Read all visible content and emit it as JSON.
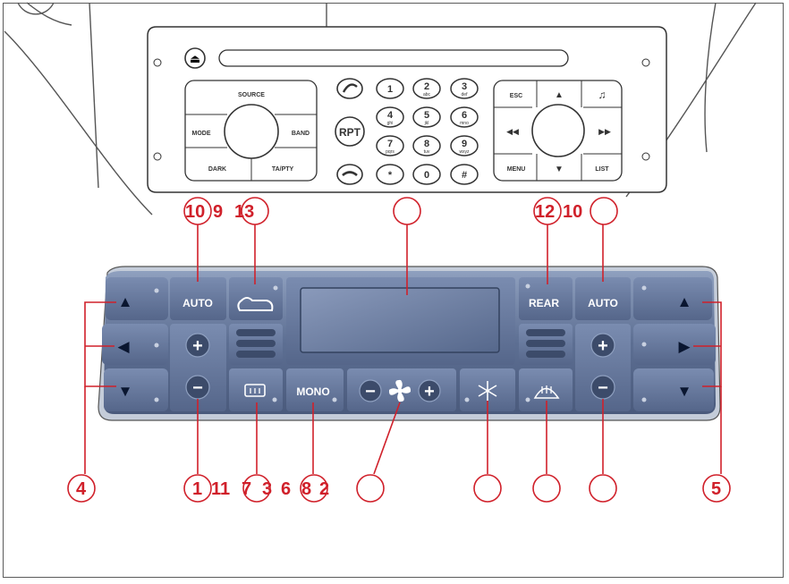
{
  "radio": {
    "eject_symbol": "⏏",
    "left_cluster": {
      "top": "SOURCE",
      "left": "MODE",
      "right": "BAND",
      "bottom_left": "DARK",
      "bottom_right": "TA/PTY"
    },
    "rpt": "RPT",
    "keypad": [
      {
        "digit": "1",
        "sub": ""
      },
      {
        "digit": "2",
        "sub": "abc"
      },
      {
        "digit": "3",
        "sub": "def"
      },
      {
        "digit": "4",
        "sub": "ghi"
      },
      {
        "digit": "5",
        "sub": "jkl"
      },
      {
        "digit": "6",
        "sub": "mno"
      },
      {
        "digit": "7",
        "sub": "pqrs"
      },
      {
        "digit": "8",
        "sub": "tuv"
      },
      {
        "digit": "9",
        "sub": "wxyz"
      },
      {
        "digit": "*",
        "sub": ""
      },
      {
        "digit": "0",
        "sub": ""
      },
      {
        "digit": "#",
        "sub": ""
      }
    ],
    "right_cluster": {
      "esc": "ESC",
      "up": "▲",
      "music": "♫",
      "rew": "◀◀",
      "ff": "▶▶",
      "menu": "MENU",
      "down": "▼",
      "list": "LIST"
    }
  },
  "climate": {
    "auto_left": "AUTO",
    "auto_right": "AUTO",
    "rear": "REAR",
    "mono": "MONO",
    "plus": "+",
    "minus": "−",
    "arrow_up": "▲",
    "arrow_down": "▼",
    "arrow_left": "◀",
    "arrow_right": "▶"
  },
  "callouts": {
    "top_left_group": [
      "10",
      "9",
      "13"
    ],
    "top_right_group": [
      "12",
      "10"
    ],
    "bottom_left": "4",
    "bottom_group_a": [
      "1",
      "11"
    ],
    "bottom_group_b": [
      "7",
      "3",
      "6",
      "8",
      "2"
    ],
    "bottom_right": "5"
  }
}
